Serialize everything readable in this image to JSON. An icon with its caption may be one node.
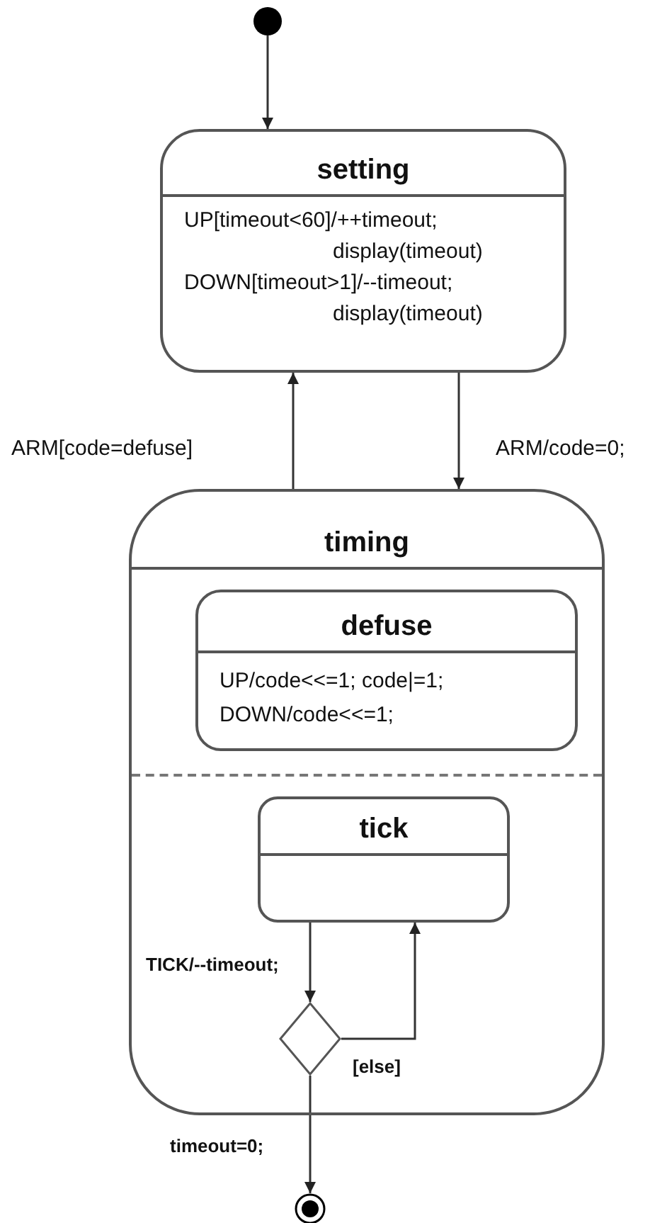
{
  "diagram": {
    "nodes": [
      {
        "text": [],
        "shape": "circle"
      },
      {
        "text": [
          "setting",
          "UP[timeout<60]/++timeout; display(timeout)",
          "DOWN[timeout>1]/--timeout; display(timeout)"
        ]
      },
      {
        "text": [
          "timing"
        ]
      },
      {
        "text": [
          "defuse",
          "UP/code<<=1; code|=1;",
          "DOWN/code<<=1;"
        ],
        "in": 2
      },
      {
        "text": [
          "tick"
        ],
        "in": 2
      },
      {
        "text": [],
        "shape": "diamond",
        "in": 2
      },
      {
        "text": [],
        "shape": "circle"
      }
    ],
    "edges": [
      {
        "from": 0,
        "to": 1,
        "arrow": "to"
      },
      {
        "from": 1,
        "to": 2,
        "arrow": "to",
        "label": "ARM/code=0;"
      },
      {
        "from": 2,
        "to": 1,
        "arrow": "to",
        "label": "ARM[code=defuse]"
      },
      {
        "from": 4,
        "to": 5,
        "arrow": "to",
        "label": "TICK/--timeout;"
      },
      {
        "from": 5,
        "to": 4,
        "arrow": "to",
        "label": "[else]"
      },
      {
        "from": 5,
        "to": 6,
        "arrow": "to",
        "label": "timeout=0;"
      }
    ]
  }
}
